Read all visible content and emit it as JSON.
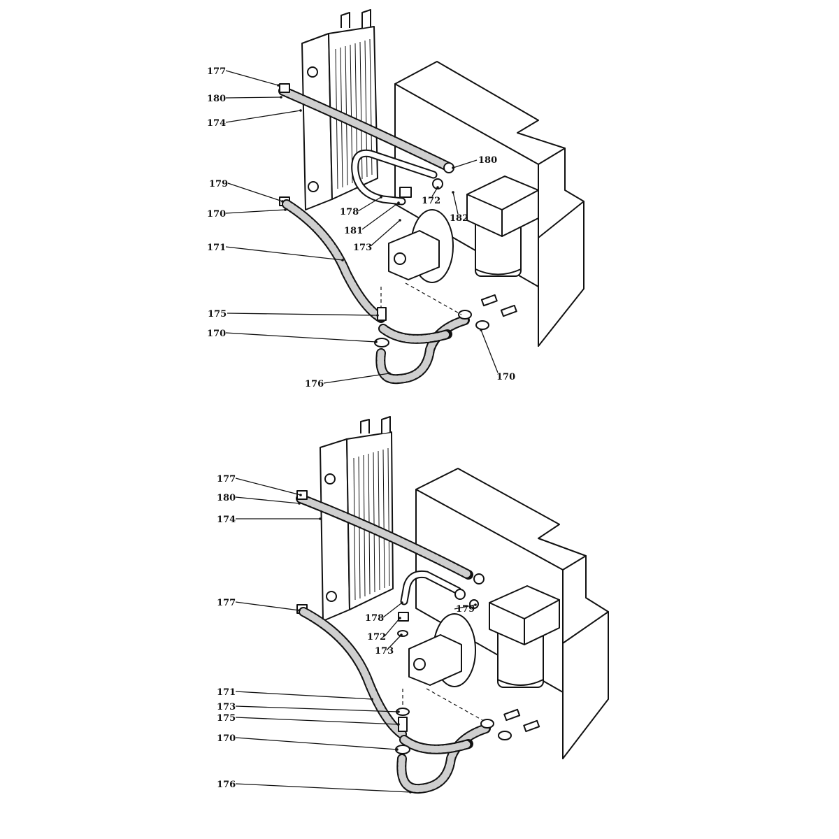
{
  "diagrams": [
    {
      "callouts": [
        {
          "label": "177"
        },
        {
          "label": "180"
        },
        {
          "label": "174"
        },
        {
          "label": "180"
        },
        {
          "label": "179"
        },
        {
          "label": "178"
        },
        {
          "label": "172"
        },
        {
          "label": "182"
        },
        {
          "label": "181"
        },
        {
          "label": "170"
        },
        {
          "label": "173"
        },
        {
          "label": "171"
        },
        {
          "label": "175"
        },
        {
          "label": "170"
        },
        {
          "label": "176"
        },
        {
          "label": "170"
        }
      ]
    },
    {
      "callouts": [
        {
          "label": "177"
        },
        {
          "label": "180"
        },
        {
          "label": "174"
        },
        {
          "label": "177"
        },
        {
          "label": "178"
        },
        {
          "label": "179"
        },
        {
          "label": "172"
        },
        {
          "label": "173"
        },
        {
          "label": "171"
        },
        {
          "label": "173"
        },
        {
          "label": "175"
        },
        {
          "label": "170"
        },
        {
          "label": "176"
        }
      ]
    }
  ]
}
